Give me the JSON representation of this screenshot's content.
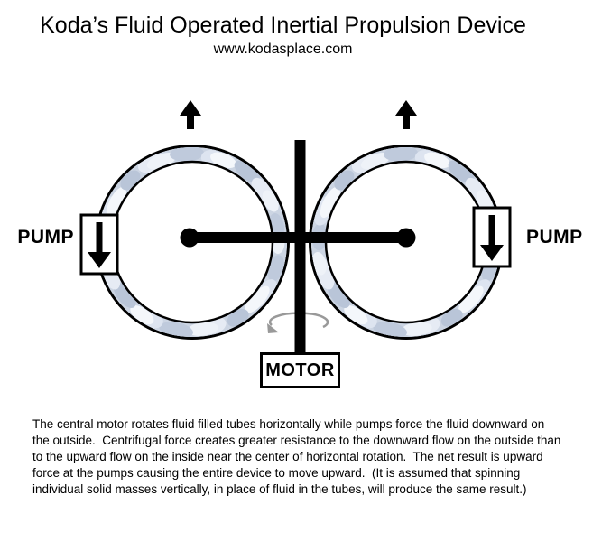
{
  "header": {
    "title": "Koda’s Fluid Operated Inertial Propulsion Device",
    "subtitle": "www.kodasplace.com"
  },
  "diagram": {
    "left_pump_label": "PUMP",
    "right_pump_label": "PUMP",
    "motor_label": "MOTOR"
  },
  "description_lines": [
    "The central motor rotates fluid filled tubes horizontally while pumps force the fluid downward on",
    "the outside.  Centrifugal force creates greater resistance to the downward flow on the outside than",
    "to the upward flow on the inside near the center of horizontal rotation.  The net result is upward",
    "force at the pumps causing the entire device to move upward.  (It is assumed that spinning",
    "individual solid masses vertically, in place of fluid in the tubes, will produce the same result.)"
  ],
  "colors": {
    "ink": "#000000",
    "fluid_base": "#ccd5e3",
    "rotation_arrow": "#999999"
  }
}
